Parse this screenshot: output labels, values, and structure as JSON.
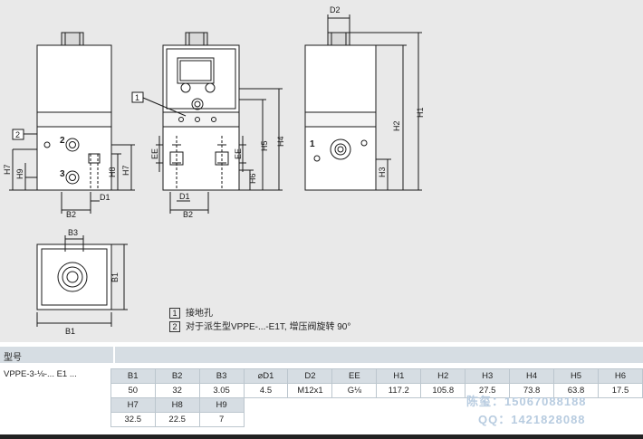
{
  "drawing": {
    "dims": {
      "d2": "D2",
      "h1": "H1",
      "h2": "H2",
      "h3": "H3",
      "h4": "H4",
      "h5": "H5",
      "h6": "H6",
      "h7": "H7",
      "h8": "H8",
      "h9": "H9",
      "b1": "B1",
      "b2": "B2",
      "b3": "B3",
      "d1": "D1",
      "ee": "EE"
    },
    "callouts": {
      "ground": "1",
      "variant": "2"
    },
    "port_labels": {
      "port1": "1",
      "port2": "2",
      "port3": "3"
    },
    "notes": [
      {
        "num": "1",
        "text": "接地孔"
      },
      {
        "num": "2",
        "text": "对于派生型VPPE-...-E1T, 增压阀旋转 90°"
      }
    ]
  },
  "table": {
    "header_label": "型号",
    "model": "VPPE-3-⅛-... E1 ...",
    "row1_headers": [
      "B1",
      "B2",
      "B3",
      "⌀D1",
      "D2",
      "EE",
      "H1",
      "H2",
      "H3",
      "H4",
      "H5",
      "H6"
    ],
    "row1_values": [
      "50",
      "32",
      "3.05",
      "4.5",
      "M12x1",
      "G⅛",
      "117.2",
      "105.8",
      "27.5",
      "73.8",
      "63.8",
      "17.5"
    ],
    "row2_headers": [
      "H7",
      "H8",
      "H9"
    ],
    "row2_values": [
      "32.5",
      "22.5",
      "7"
    ]
  },
  "watermark": {
    "line1": "陈玺：15067088188",
    "line2": "QQ：1421828088"
  }
}
